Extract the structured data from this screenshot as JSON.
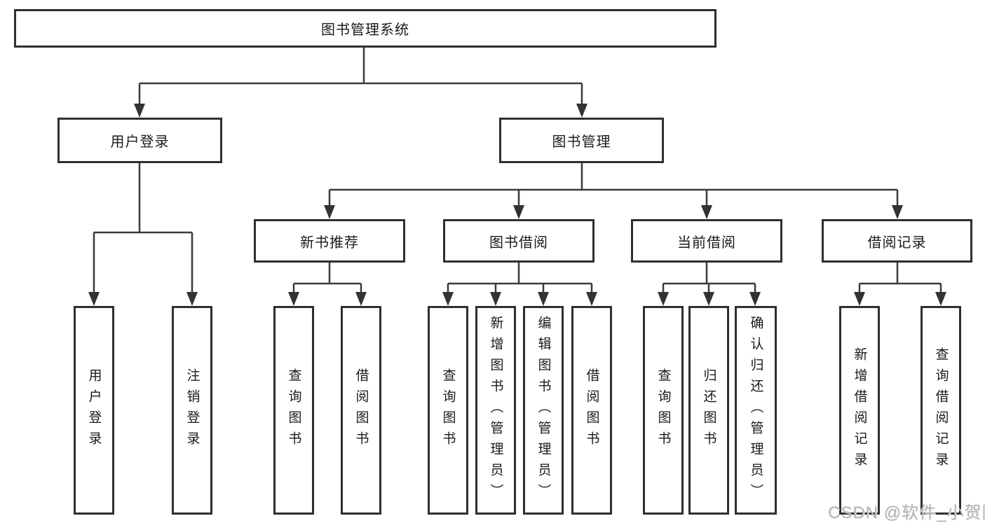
{
  "tree": {
    "root": {
      "label": "图书管理系统"
    },
    "branches": [
      {
        "label": "用户登录",
        "leaves": [
          {
            "label": "用户登录"
          },
          {
            "label": "注销登录"
          }
        ]
      },
      {
        "label": "图书管理",
        "children": [
          {
            "label": "新书推荐",
            "leaves": [
              {
                "label": "查询图书"
              },
              {
                "label": "借阅图书"
              }
            ]
          },
          {
            "label": "图书借阅",
            "leaves": [
              {
                "label": "查询图书"
              },
              {
                "label": "新增图书（管理员）"
              },
              {
                "label": "编辑图书（管理员）"
              },
              {
                "label": "借阅图书"
              }
            ]
          },
          {
            "label": "当前借阅",
            "leaves": [
              {
                "label": "查询图书"
              },
              {
                "label": "归还图书"
              },
              {
                "label": "确认归还（管理员）"
              }
            ]
          },
          {
            "label": "借阅记录",
            "leaves": [
              {
                "label": "新增借阅记录"
              },
              {
                "label": "查询借阅记录"
              }
            ]
          }
        ]
      }
    ]
  },
  "watermark": {
    "text": "CSDN @软件_小贺同学"
  },
  "colors": {
    "line": "#3a3a3a",
    "arrow": "#333333",
    "box_border": "#2f2f2f",
    "box_background": "#ffffff",
    "text": "#1a1a1a",
    "watermark": "#b3b3b3",
    "page_background": "#ffffff"
  }
}
